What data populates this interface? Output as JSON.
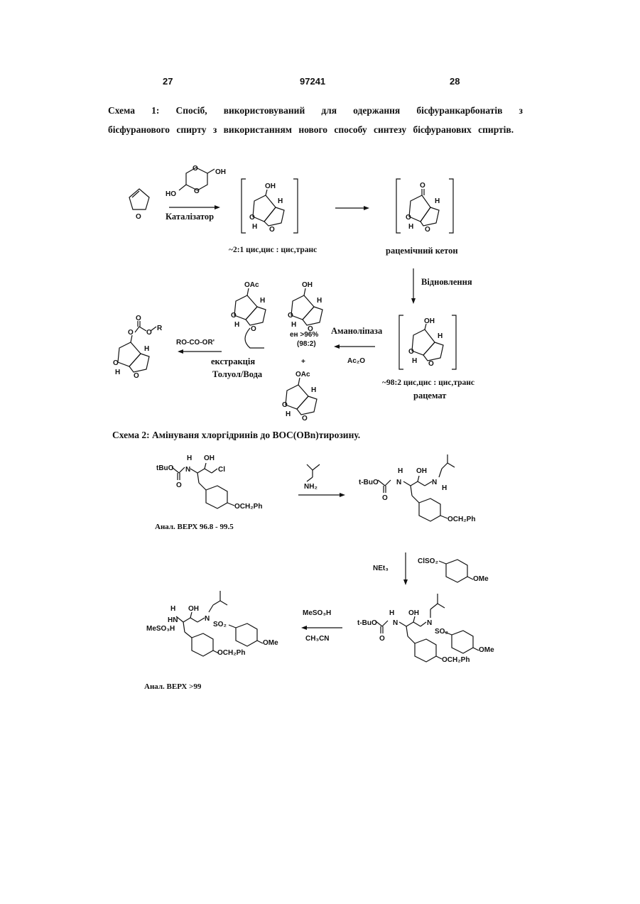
{
  "header": {
    "page_left": "27",
    "patent_number": "97241",
    "page_right": "28"
  },
  "scheme1": {
    "caption": "Схема 1: Спосіб, використовуваний для одержання бісфуранкарбонатів з бісфуранового спирту з використанням нового способу синтезу бісфуранових спиртів.",
    "catalyst": "Каталізатор",
    "ratio_first": "~2:1 цис,цис : цис,транс",
    "racemic_ketone": "рацемічний кетон",
    "reduction": "Відновлення",
    "amanolipase": "Аманоліпаза",
    "ac2o": "Ac₂O",
    "ee": "ен >96%",
    "ee_ratio": "(98:2)",
    "plus": "+",
    "extraction": "екстракція",
    "solvents": "Толуол/Вода",
    "carbonate_reagent": "RO-CO-OR'",
    "ratio_racemate": "~98:2 цис,цис : цис,транс",
    "racemate": "рацемат",
    "chem": {
      "oh": "OH",
      "ho": "HO",
      "o": "O",
      "h": "H",
      "oac": "OAc",
      "r": "R"
    }
  },
  "scheme2": {
    "caption": "Схема 2: Амінуваня хлоргідринів до BOC(OBn)тирозину.",
    "hplc1": "Анал. ВЕРХ 96.8 - 99.5",
    "hplc2": "Анал. ВЕРХ >99",
    "net3": "NEt₃",
    "mesoh": "MeSO₃H",
    "ch3cn": "CH₃CN",
    "chem": {
      "tbuo": "tBuO",
      "t_buo": "t-BuO",
      "n": "N",
      "h": "H",
      "oh": "OH",
      "cl": "Cl",
      "nh2": "NH₂",
      "och2ph": "OCH₂Ph",
      "so2": "SO₂",
      "ome": "OMe",
      "clso2": "ClSO₂",
      "hn": "HN",
      "mesoh_salt": "MeSO₃H",
      "o": "O"
    }
  }
}
